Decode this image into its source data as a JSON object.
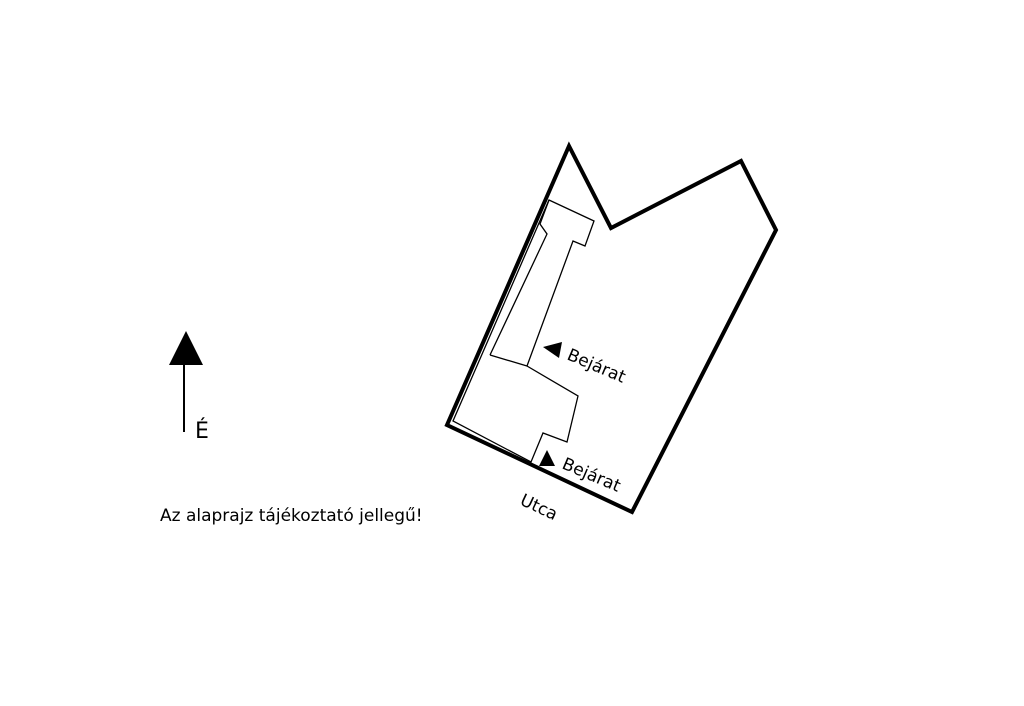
{
  "north_arrow": {
    "label": "É",
    "icon": "north-arrow-icon"
  },
  "site_plan": {
    "entrance_top_label": "Bejárat",
    "entrance_bottom_label": "Bejárat",
    "street_label": "Utca"
  },
  "disclaimer": "Az alaprajz tájékoztató jellegű!",
  "colors": {
    "line": "#000000",
    "background": "#ffffff"
  }
}
